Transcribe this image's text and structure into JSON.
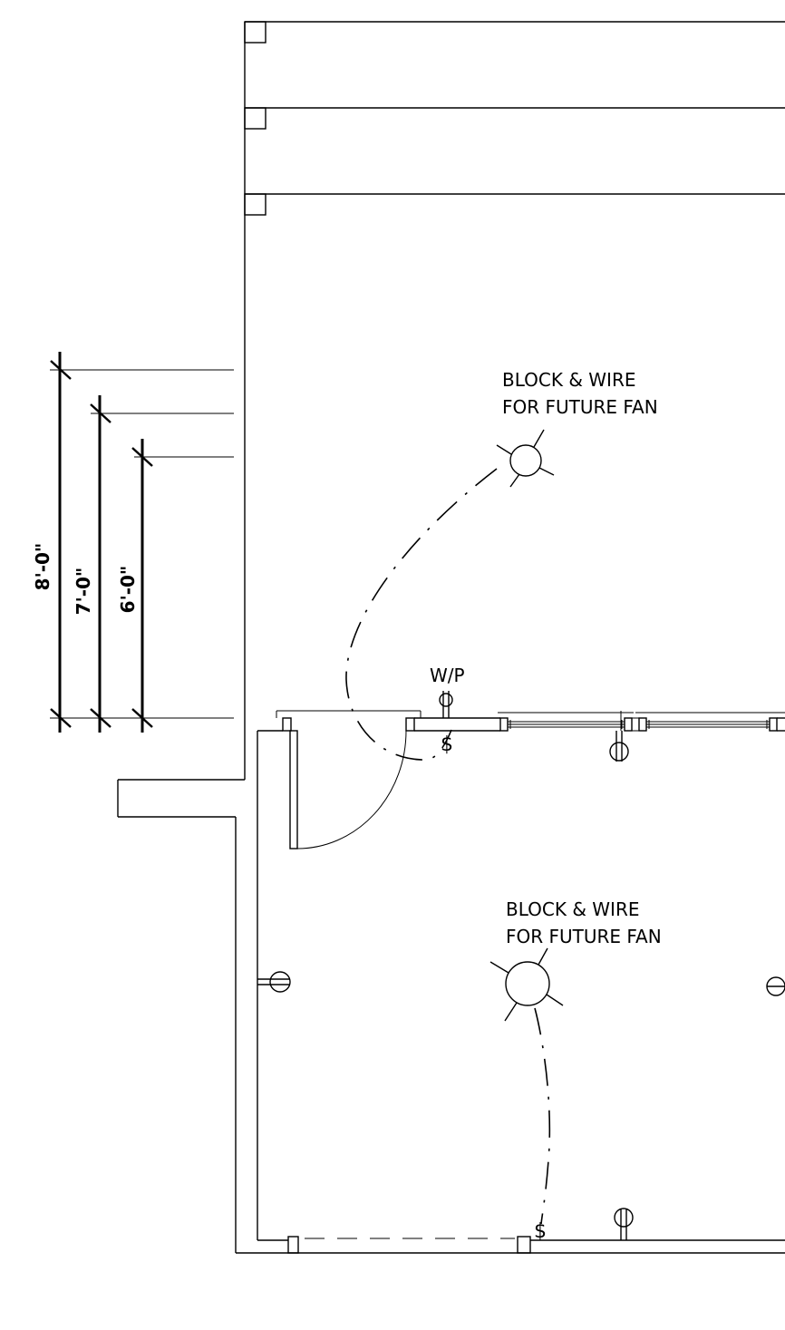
{
  "notes": {
    "fan_note_upper": {
      "line1": "BLOCK & WIRE",
      "line2": "FOR FUTURE FAN"
    },
    "fan_note_lower": {
      "line1": "BLOCK & WIRE",
      "line2": "FOR FUTURE FAN"
    }
  },
  "labels": {
    "weatherproof": "W/P",
    "switch_upper": "$",
    "switch_lower": "$"
  },
  "dimensions": {
    "d8": "8'-0\"",
    "d7": "7'-0\"",
    "d6": "6'-0\""
  }
}
